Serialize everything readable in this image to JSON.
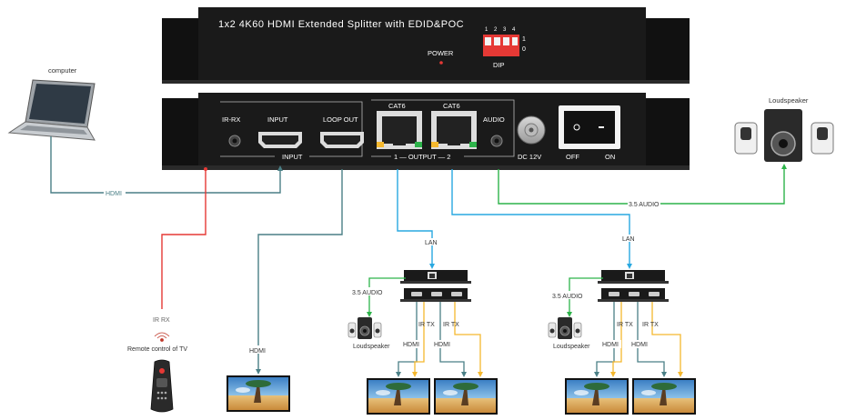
{
  "device": {
    "title": "1x2 4K60 HDMI Extended Splitter with EDID&POC",
    "power_label": "POWER",
    "dip_label": "DIP",
    "dip_numbers": [
      "1",
      "2",
      "3",
      "4"
    ],
    "dip_on": "1",
    "dip_off": "0",
    "ports": {
      "ir_rx": "IR-RX",
      "input": "INPUT",
      "loop_out": "LOOP OUT",
      "cat6_1": "CAT6",
      "cat6_2": "CAT6",
      "audio": "AUDIO",
      "dc": "DC 12V",
      "off": "OFF",
      "on": "ON",
      "input_group": "INPUT",
      "output_group": "1 — OUTPUT — 2"
    }
  },
  "labels": {
    "computer": "computer",
    "hdmi_computer": "HDMI",
    "ir_rx": "IR RX",
    "remote": "Remote control of TV",
    "hdmi_loop": "HDMI",
    "audio_35": "3.5 AUDIO",
    "loudspeaker_main": "Loudspeaker",
    "lan_1": "LAN",
    "lan_2": "LAN"
  },
  "receiver_1": {
    "audio": "3.5 AUDIO",
    "loudspeaker": "Loudspeaker",
    "ir_tx_a": "IR TX",
    "ir_tx_b": "IR TX",
    "hdmi_a": "HDMI",
    "hdmi_b": "HDMI"
  },
  "receiver_2": {
    "audio": "3.5 AUDIO",
    "loudspeaker": "Loudspeaker",
    "ir_tx_a": "IR TX",
    "ir_tx_b": "IR TX",
    "hdmi_a": "HDMI",
    "hdmi_b": "HDMI"
  },
  "colors": {
    "device_body": "#1a1a1a",
    "label_white": "#ffffff",
    "hdmi_line": "#4a7f86",
    "ir_line": "#e53935",
    "lan_line": "#29a8e0",
    "audio_line": "#2db34a",
    "ir_tx_line": "#f5b82e",
    "power_led": "#e53935",
    "dip_red": "#e53935"
  }
}
